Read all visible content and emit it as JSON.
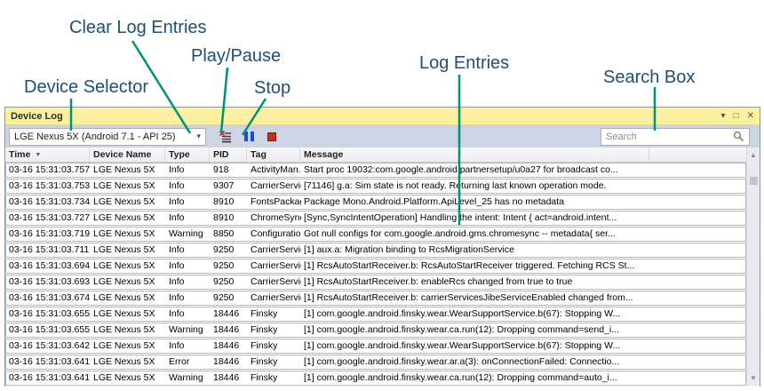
{
  "annotations": {
    "clear_log": "Clear Log Entries",
    "play_pause": "Play/Pause",
    "device_selector": "Device Selector",
    "stop": "Stop",
    "log_entries": "Log Entries",
    "search_box": "Search Box"
  },
  "window": {
    "title": "Device Log"
  },
  "icons": {
    "window_menu": "▾",
    "float": "□",
    "close": "✕",
    "combo_arrow": "▾",
    "sort_desc": "▼",
    "scroll_up": "▲",
    "scroll_down": "▼"
  },
  "toolbar": {
    "device_selector_value": "LGE Nexus 5X (Android 7.1 - API 25)",
    "search_placeholder": "Search"
  },
  "colors": {
    "annotation_text": "#1F4E79",
    "annotation_line": "#009273",
    "titlebar_yellow": "#FAF0A0",
    "toolbar_gray_blue": "#CDD4E3",
    "row_border_blue": "#A9BAD3",
    "pause_blue": "#1d4fbd",
    "stop_red": "#c0321e"
  },
  "table": {
    "column_keys": [
      "time",
      "device",
      "type",
      "pid",
      "tag",
      "message"
    ],
    "columns": [
      {
        "label": "Time"
      },
      {
        "label": "Device Name"
      },
      {
        "label": "Type"
      },
      {
        "label": "PID"
      },
      {
        "label": "Tag"
      },
      {
        "label": "Message"
      }
    ],
    "rows": [
      {
        "time": "03-16 15:31:03.757",
        "device": "LGE Nexus 5X",
        "type": "Info",
        "pid": "918",
        "tag": "ActivityMan...",
        "message": "Start proc 19032:com.google.android.partnersetup/u0a27 for broadcast co..."
      },
      {
        "time": "03-16 15:31:03.753",
        "device": "LGE Nexus 5X",
        "type": "Info",
        "pid": "9307",
        "tag": "CarrierServices",
        "message": "[71146] g.a: Sim state is not ready. Returning last known operation mode."
      },
      {
        "time": "03-16 15:31:03.734",
        "device": "LGE Nexus 5X",
        "type": "Info",
        "pid": "8910",
        "tag": "FontsPackag...",
        "message": "Package Mono.Android.Platform.ApiLevel_25 has no metadata"
      },
      {
        "time": "03-16 15:31:03.727",
        "device": "LGE Nexus 5X",
        "type": "Info",
        "pid": "8910",
        "tag": "ChromeSync",
        "message": "[Sync,SyncIntentOperation] Handling the intent: Intent { act=android.intent..."
      },
      {
        "time": "03-16 15:31:03.719",
        "device": "LGE Nexus 5X",
        "type": "Warning",
        "pid": "8850",
        "tag": "Configuratio...",
        "message": "Got null configs for com.google.android.gms.chromesync -- metadata{ ser..."
      },
      {
        "time": "03-16 15:31:03.711",
        "device": "LGE Nexus 5X",
        "type": "Info",
        "pid": "9250",
        "tag": "CarrierServices",
        "message": "[1] aux.a: Migration binding to RcsMigrationService"
      },
      {
        "time": "03-16 15:31:03.694",
        "device": "LGE Nexus 5X",
        "type": "Info",
        "pid": "9250",
        "tag": "CarrierServices",
        "message": "[1] RcsAutoStartReceiver.b: RcsAutoStartReceiver triggered. Fetching RCS St..."
      },
      {
        "time": "03-16 15:31:03.693",
        "device": "LGE Nexus 5X",
        "type": "Info",
        "pid": "9250",
        "tag": "CarrierServices",
        "message": "[1] RcsAutoStartReceiver.b: enableRcs changed from true to true"
      },
      {
        "time": "03-16 15:31:03.674",
        "device": "LGE Nexus 5X",
        "type": "Info",
        "pid": "9250",
        "tag": "CarrierServices",
        "message": "[1] RcsAutoStartReceiver.b: carrierServicesJibeServiceEnabled changed from..."
      },
      {
        "time": "03-16 15:31:03.655",
        "device": "LGE Nexus 5X",
        "type": "Info",
        "pid": "18446",
        "tag": "Finsky",
        "message": "[1] com.google.android.finsky.wear.WearSupportService.b(67): Stopping W..."
      },
      {
        "time": "03-16 15:31:03.655",
        "device": "LGE Nexus 5X",
        "type": "Warning",
        "pid": "18446",
        "tag": "Finsky",
        "message": "[1] com.google.android.finsky.wear.ca.run(12): Dropping command=send_i..."
      },
      {
        "time": "03-16 15:31:03.642",
        "device": "LGE Nexus 5X",
        "type": "Info",
        "pid": "18446",
        "tag": "Finsky",
        "message": "[1] com.google.android.finsky.wear.WearSupportService.b(67): Stopping W..."
      },
      {
        "time": "03-16 15:31:03.641",
        "device": "LGE Nexus 5X",
        "type": "Error",
        "pid": "18446",
        "tag": "Finsky",
        "message": "[1] com.google.android.finsky.wear.ar.a(3): onConnectionFailed: Connectio..."
      },
      {
        "time": "03-16 15:31:03.641",
        "device": "LGE Nexus 5X",
        "type": "Warning",
        "pid": "18446",
        "tag": "Finsky",
        "message": "[1] com.google.android.finsky.wear.ca.run(12): Dropping command=auto_i..."
      }
    ]
  }
}
